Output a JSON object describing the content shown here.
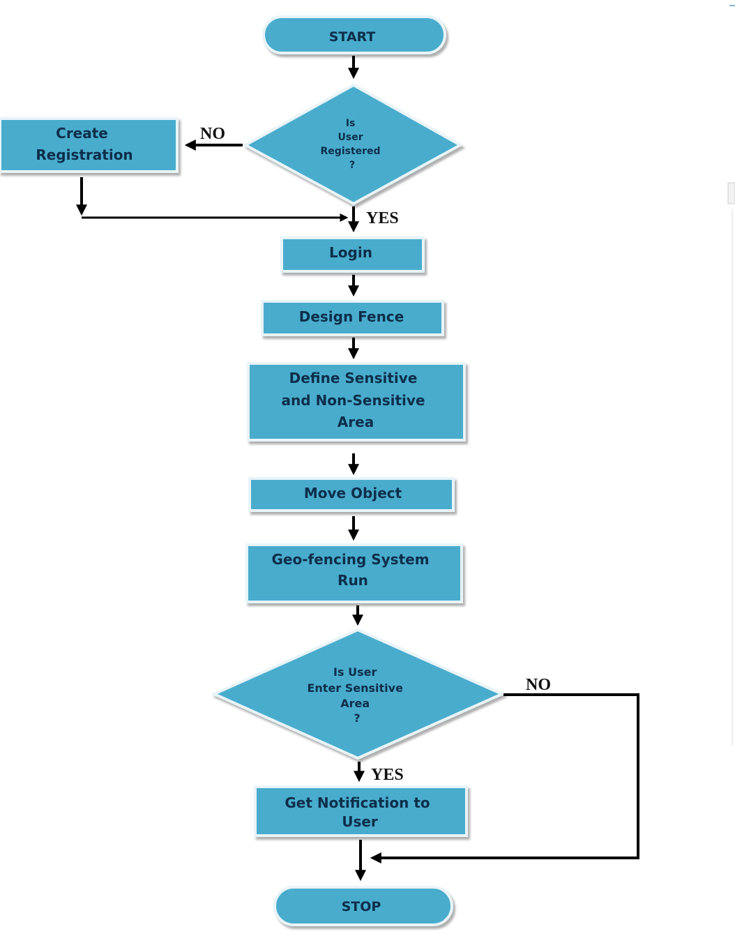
{
  "diagram": {
    "type": "flowchart",
    "colors": {
      "node_fill": "#4aaccd",
      "node_border": "#e8f4f8",
      "text": "#0d2e4a",
      "arrow": "#000000"
    },
    "nodes": {
      "start": {
        "shape": "terminator",
        "label": "START"
      },
      "is_registered": {
        "shape": "decision",
        "lines": [
          "Is",
          "User",
          "Registered",
          "?"
        ]
      },
      "create_registration": {
        "shape": "process",
        "lines": [
          "Create",
          "Registration"
        ]
      },
      "login": {
        "shape": "process",
        "lines": [
          "Login"
        ]
      },
      "design_fence": {
        "shape": "process",
        "lines": [
          "Design Fence"
        ]
      },
      "define_area": {
        "shape": "process",
        "lines": [
          "Define Sensitive",
          "and Non-Sensitive",
          "Area"
        ]
      },
      "move_object": {
        "shape": "process",
        "lines": [
          "Move Object"
        ]
      },
      "geofencing_run": {
        "shape": "process",
        "lines": [
          "Geo-fencing System",
          "Run"
        ]
      },
      "is_enter_sensitive": {
        "shape": "decision",
        "lines": [
          "Is User",
          "Enter Sensitive",
          "Area",
          "?"
        ]
      },
      "get_notification": {
        "shape": "process",
        "lines": [
          "Get Notification to",
          "User"
        ]
      },
      "stop": {
        "shape": "terminator",
        "label": "STOP"
      }
    },
    "edges": [
      {
        "from": "start",
        "to": "is_registered",
        "label": ""
      },
      {
        "from": "is_registered",
        "to": "create_registration",
        "label": "NO"
      },
      {
        "from": "is_registered",
        "to": "login",
        "label": "YES"
      },
      {
        "from": "create_registration",
        "to": "login",
        "label": ""
      },
      {
        "from": "login",
        "to": "design_fence",
        "label": ""
      },
      {
        "from": "design_fence",
        "to": "define_area",
        "label": ""
      },
      {
        "from": "define_area",
        "to": "move_object",
        "label": ""
      },
      {
        "from": "move_object",
        "to": "geofencing_run",
        "label": ""
      },
      {
        "from": "geofencing_run",
        "to": "is_enter_sensitive",
        "label": ""
      },
      {
        "from": "is_enter_sensitive",
        "to": "get_notification",
        "label": "YES"
      },
      {
        "from": "is_enter_sensitive",
        "to": "stop",
        "label": "NO"
      },
      {
        "from": "get_notification",
        "to": "stop",
        "label": ""
      }
    ],
    "edge_labels": {
      "no_1": "NO",
      "yes_1": "YES",
      "yes_2": "YES",
      "no_2": "NO"
    }
  }
}
